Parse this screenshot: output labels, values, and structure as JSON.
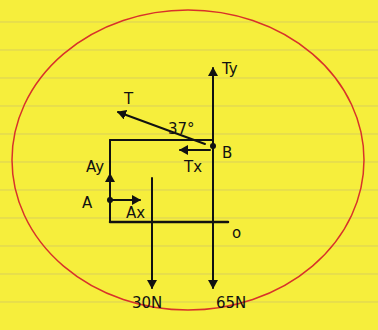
{
  "diagram": {
    "labels": [
      "T",
      "Ty",
      "37°",
      "Tx",
      "B",
      "Ay",
      "A",
      "Ax",
      "o",
      "30N",
      "65N"
    ]
  }
}
